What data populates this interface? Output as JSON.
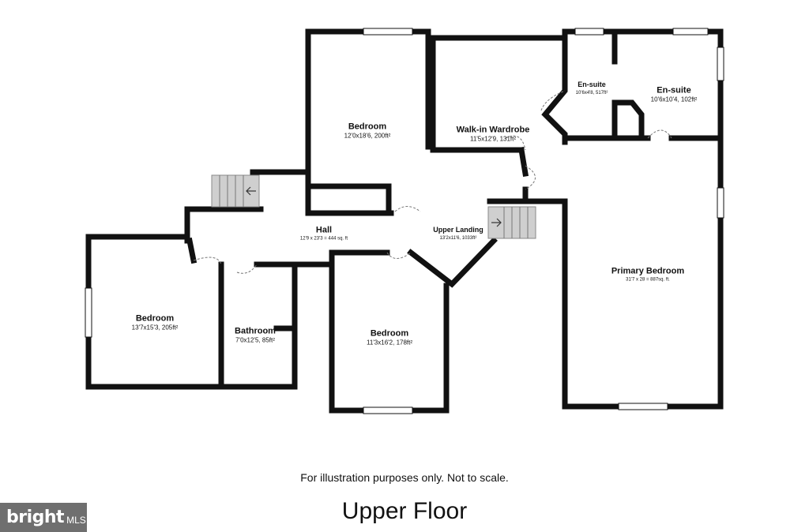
{
  "rooms": {
    "bedroom_top": {
      "name": "Bedroom",
      "dims": "12'0x18'6, 200ft²"
    },
    "walk_in_wardrobe": {
      "name": "Walk-in Wardrobe",
      "dims": "11'5x12'9, 131ft²"
    },
    "ensuite_small": {
      "name": "En-suite",
      "dims": "10'6x4'8, 517ft²"
    },
    "ensuite_large": {
      "name": "En-suite",
      "dims": "10'6x10'4, 102ft²"
    },
    "hall": {
      "name": "Hall",
      "dims": "12'9 x 23'3 = 444 sq. ft"
    },
    "upper_landing": {
      "name": "Upper Landing",
      "dims": "13'2x11'6, 1033ft²"
    },
    "primary_bedroom": {
      "name": "Primary Bedroom",
      "dims": "31'7 x 28 = 887sq. ft."
    },
    "bedroom_left": {
      "name": "Bedroom",
      "dims": "13'7x15'3, 205ft²"
    },
    "bathroom": {
      "name": "Bathroom",
      "dims": "7'0x12'5, 85ft²"
    },
    "bedroom_middle": {
      "name": "Bedroom",
      "dims": "11'3x16'2, 178ft²"
    }
  },
  "icons": {
    "stairs_left": "stairs-icon",
    "stairs_left_arrow": "arrow-left-icon",
    "stairs_right": "stairs-icon",
    "stairs_right_arrow": "arrow-right-icon"
  },
  "footer": {
    "disclaimer": "For illustration purposes only. Not to scale.",
    "floor_title": "Upper Floor"
  },
  "logo": {
    "brand": "bright",
    "mls": "MLS"
  },
  "colors": {
    "wall": "#111111",
    "stairs": "#cccccc",
    "logo_bg": "#6f6f6f"
  }
}
